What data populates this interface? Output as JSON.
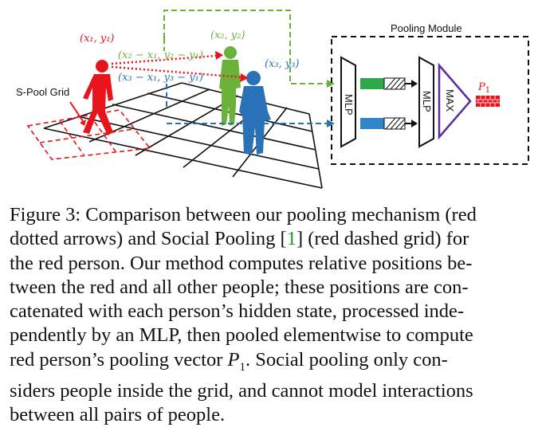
{
  "figure": {
    "label_s_pool_grid": "S-Pool Grid",
    "label_pooling_module": "Pooling Module",
    "label_mlp_1": "MLP",
    "label_mlp_2": "MLP",
    "label_max": "MAX",
    "label_p1": "P",
    "label_p1_sub": "1",
    "coord_red": "(x₁, y₁)",
    "coord_green": "(x₂, y₂)",
    "coord_blue": "(x₃, y₃)",
    "rel_green": "(x₂ − x₁, y₂ − y₁)",
    "rel_blue": "(x₃ − x₁, y₃ − y₁)",
    "colors": {
      "red": "#e8141b",
      "green": "#6ab23a",
      "blue": "#2a72b8",
      "purple": "#5b2d9c",
      "green_bar": "#2ea84a",
      "blue_bar": "#2f86c8"
    }
  },
  "caption": {
    "line1": "Figure 3: Comparison between our pooling mechanism (red",
    "line2": "dotted arrows) and Social Pooling [",
    "line2_cite": "1",
    "line2_rest": "] (red dashed grid) for",
    "line3": "the red person. Our method computes relative positions be-",
    "line4": "tween the red and all other people; these positions are con-",
    "line5": "catenated with each person’s hidden state, processed inde-",
    "line6": "pendently by an MLP, then pooled elementwise to compute",
    "line7_a": "red person’s pooling vector ",
    "line7_p": "P",
    "line7_sub": "1",
    "line7_b": ".  Social pooling only con-",
    "line8": "siders people inside the grid, and cannot model interactions",
    "line9": "between all pairs of people."
  }
}
